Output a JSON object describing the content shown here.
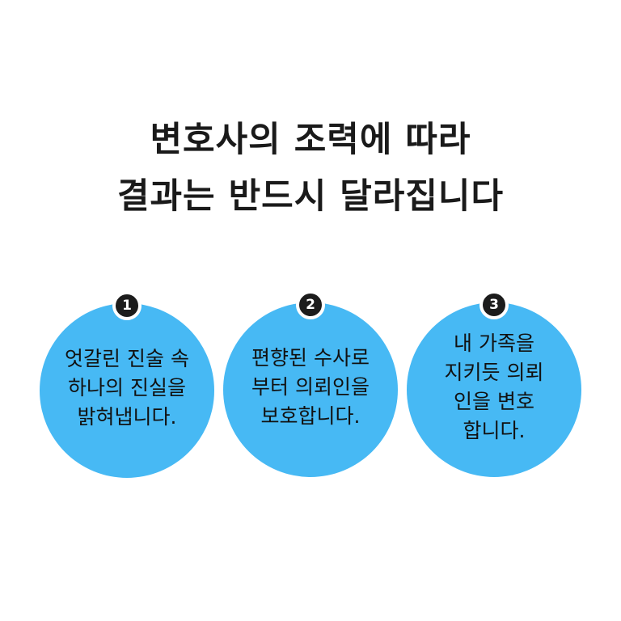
{
  "title": {
    "line1": "변호사의 조력에 따라",
    "line2": "결과는 반드시 달라집니다"
  },
  "colors": {
    "circle": "#47b9f4",
    "badge": "#1c1c1c"
  },
  "items": [
    {
      "number": "1",
      "text": "엇갈린 진술 속\n하나의 진실을\n밝혀냅니다."
    },
    {
      "number": "2",
      "text": "편향된 수사로\n부터 의뢰인을\n보호합니다."
    },
    {
      "number": "3",
      "text": "내 가족을\n지키듯 의뢰\n인을 변호\n합니다."
    }
  ]
}
